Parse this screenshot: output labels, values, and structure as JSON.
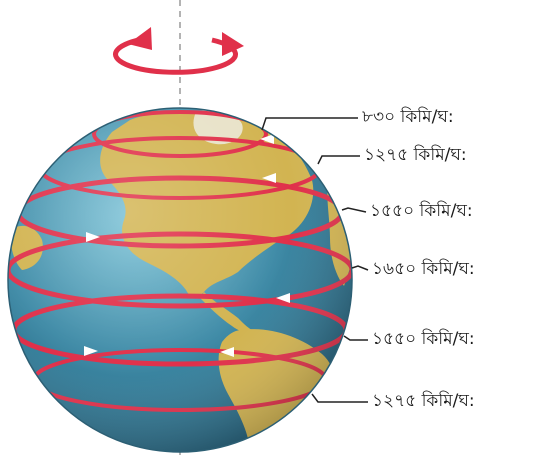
{
  "diagram": {
    "speed_labels": [
      "৮৩০ কিমি/ঘ:",
      "১২৭৫ কিমি/ঘ:",
      "১৫৫০ কিমি/ঘ:",
      "১৬৫০ কিমি/ঘ:",
      "১৫৫০ কিমি/ঘ:",
      "১২৭৫ কিমি/ঘ:"
    ],
    "colors": {
      "ocean": "#3e8aa6",
      "land": "#d2b451",
      "rotation_arrow": "#e0304a",
      "latitude_band": "#e0304a",
      "leader_line": "#222222",
      "axis": "#9a9a9a"
    },
    "icons": [
      "rotation-arrow-icon"
    ]
  }
}
